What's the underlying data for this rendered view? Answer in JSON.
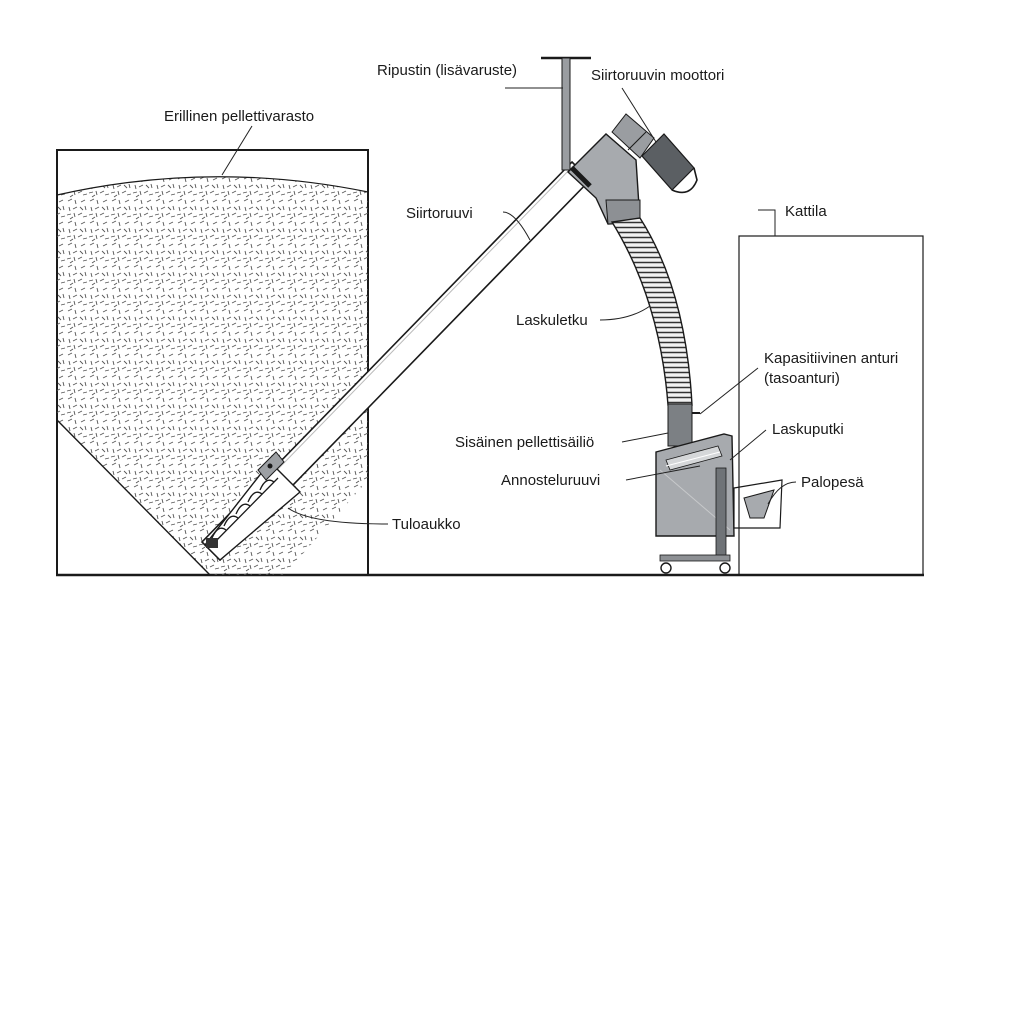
{
  "labels": {
    "ripustin": "Ripustin (lisävaruste)",
    "moottori": "Siirtoruuvin moottori",
    "varasto": "Erillinen pellettivarasto",
    "siirtoruuvi": "Siirtoruuvi",
    "kattila": "Kattila",
    "laskuletku": "Laskuletku",
    "anturi_1": "Kapasitiivinen anturi",
    "anturi_2": "(tasoanturi)",
    "sailio": "Sisäinen pellettisäiliö",
    "laskuputki": "Laskuputki",
    "annosteluruuvi": "Annosteluruuvi",
    "palopesa": "Palopesä",
    "tuloaukko": "Tuloaukko"
  },
  "colors": {
    "line": "#1a1a1a",
    "steel": "#a7aaae",
    "steel_dark": "#6f7377",
    "motor": "#5b5f63",
    "pellet": "#555555"
  }
}
